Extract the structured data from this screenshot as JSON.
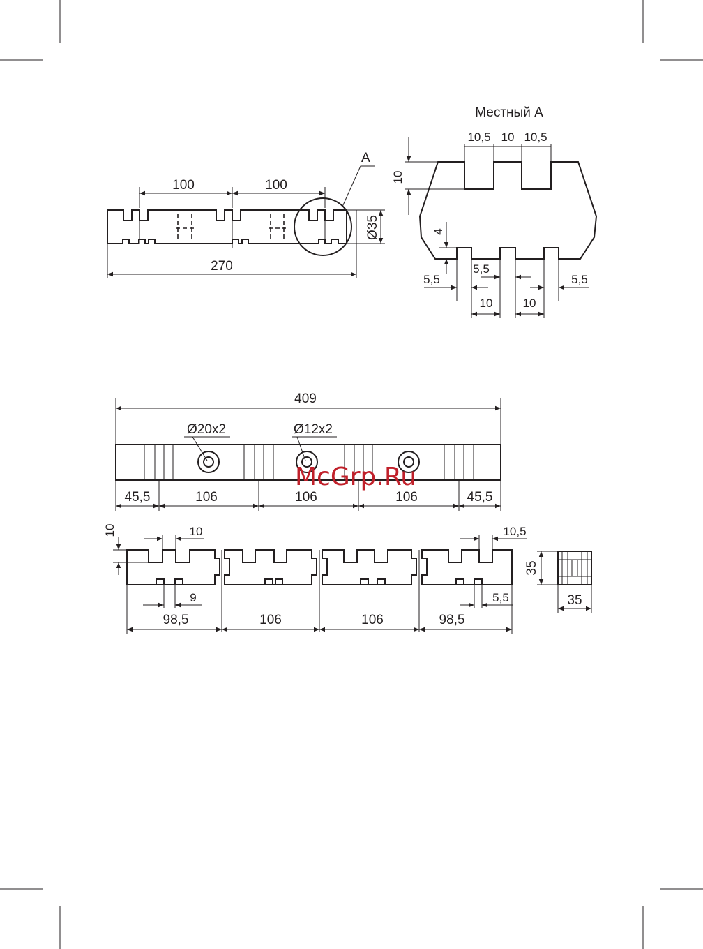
{
  "view_top": {
    "dims": {
      "pitch_1": "100",
      "pitch_2": "100",
      "overall_length": "270",
      "diameter": "Ø35"
    },
    "callout": "A"
  },
  "detail_a": {
    "title": "Местный А",
    "dims": {
      "top_1": "10,5",
      "top_2": "10",
      "top_3": "10,5",
      "height": "10",
      "bottom_depth": "4",
      "left_offset": "5,5",
      "mid_offset": "5,5",
      "right_offset": "5,5",
      "bottom_w1": "10",
      "bottom_w2": "10"
    }
  },
  "view_plan": {
    "overall_length": "409",
    "hole_large": "Ø20x2",
    "hole_small": "Ø12x2",
    "segments": [
      "45,5",
      "106",
      "106",
      "106",
      "45,5"
    ]
  },
  "view_front": {
    "dims": {
      "slot_depth": "10",
      "slot_width": "10",
      "slot_width_right": "10,5",
      "bottom_slot": "9",
      "bottom_offset": "5,5"
    },
    "segments": [
      "98,5",
      "106",
      "106",
      "98,5"
    ]
  },
  "view_end": {
    "height": "35",
    "width": "35"
  },
  "watermark": "McGrp.Ru",
  "colors": {
    "ink": "#231f20",
    "watermark": "#c0202a"
  }
}
